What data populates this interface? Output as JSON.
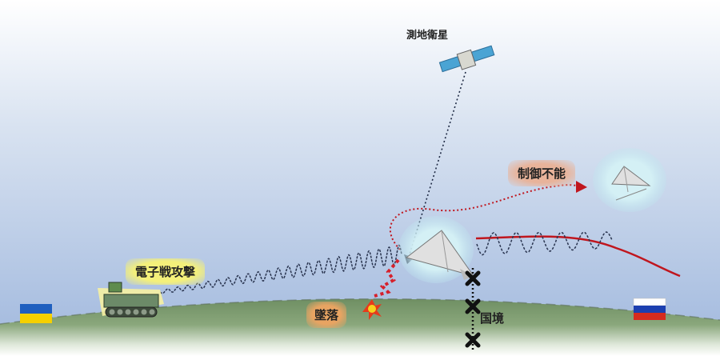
{
  "labels": {
    "satellite": "測地衛星",
    "loss_of_control": "制御不能",
    "electronic_attack": "電子戦攻撃",
    "crash": "墜落",
    "border": "国境"
  },
  "flags": {
    "left": {
      "name": "ukraine-flag",
      "colors": [
        "#1f5fbf",
        "#f5d000"
      ]
    },
    "right": {
      "name": "russia-flag",
      "colors": [
        "#ffffff",
        "#1c3fb0",
        "#d52b1e"
      ]
    }
  },
  "colors": {
    "sky_top": "#ffffff",
    "sky_bottom": "#a9bfe0",
    "ground": "#7a9a6a",
    "jamming_wave": "#2a3550",
    "flight_path": "#c0161e",
    "drone_glow": "#cfeef4"
  }
}
